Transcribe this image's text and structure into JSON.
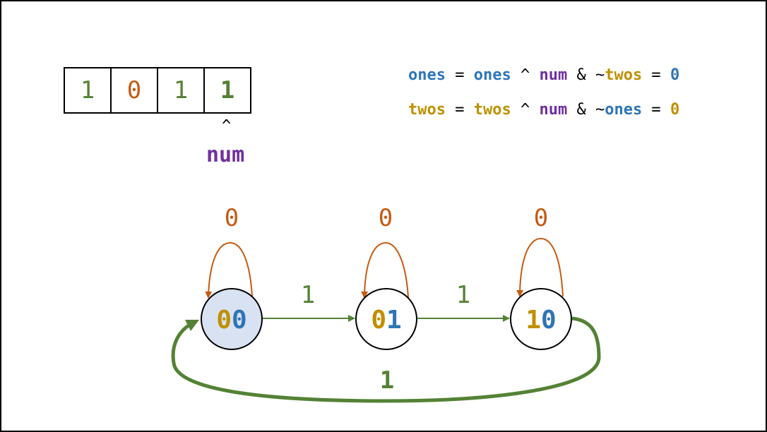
{
  "colors": {
    "ones": "#2e75b6",
    "twos": "#bf9000",
    "num": "#7030a0",
    "zero": "#c55a11",
    "one": "#548235",
    "active_state_fill": "#d9e2f3",
    "outline": "#000000"
  },
  "bits": [
    {
      "value": "1",
      "color": "one"
    },
    {
      "value": "0",
      "color": "zero"
    },
    {
      "value": "1",
      "color": "one"
    },
    {
      "value": "1",
      "color": "one",
      "active": true
    }
  ],
  "pointer": {
    "caret": "^",
    "label": "num"
  },
  "equations": [
    {
      "lhs": "ones",
      "eq": " = ",
      "a": "ones",
      "xor": " ^ ",
      "num": "num",
      "and": " & ~",
      "b": "twos",
      "eq2": " = ",
      "result": "0"
    },
    {
      "lhs": "twos",
      "eq": " = ",
      "a": "twos",
      "xor": " ^ ",
      "num": "num",
      "and": " & ~",
      "b": "ones",
      "eq2": " = ",
      "result": "0"
    }
  ],
  "states": [
    {
      "twos_bit": "0",
      "ones_bit": "0",
      "active": true
    },
    {
      "twos_bit": "0",
      "ones_bit": "1",
      "active": false
    },
    {
      "twos_bit": "1",
      "ones_bit": "0",
      "active": false
    }
  ],
  "transitions": {
    "self_loop_label": "0",
    "forward_label": "1",
    "return_label": "1"
  }
}
